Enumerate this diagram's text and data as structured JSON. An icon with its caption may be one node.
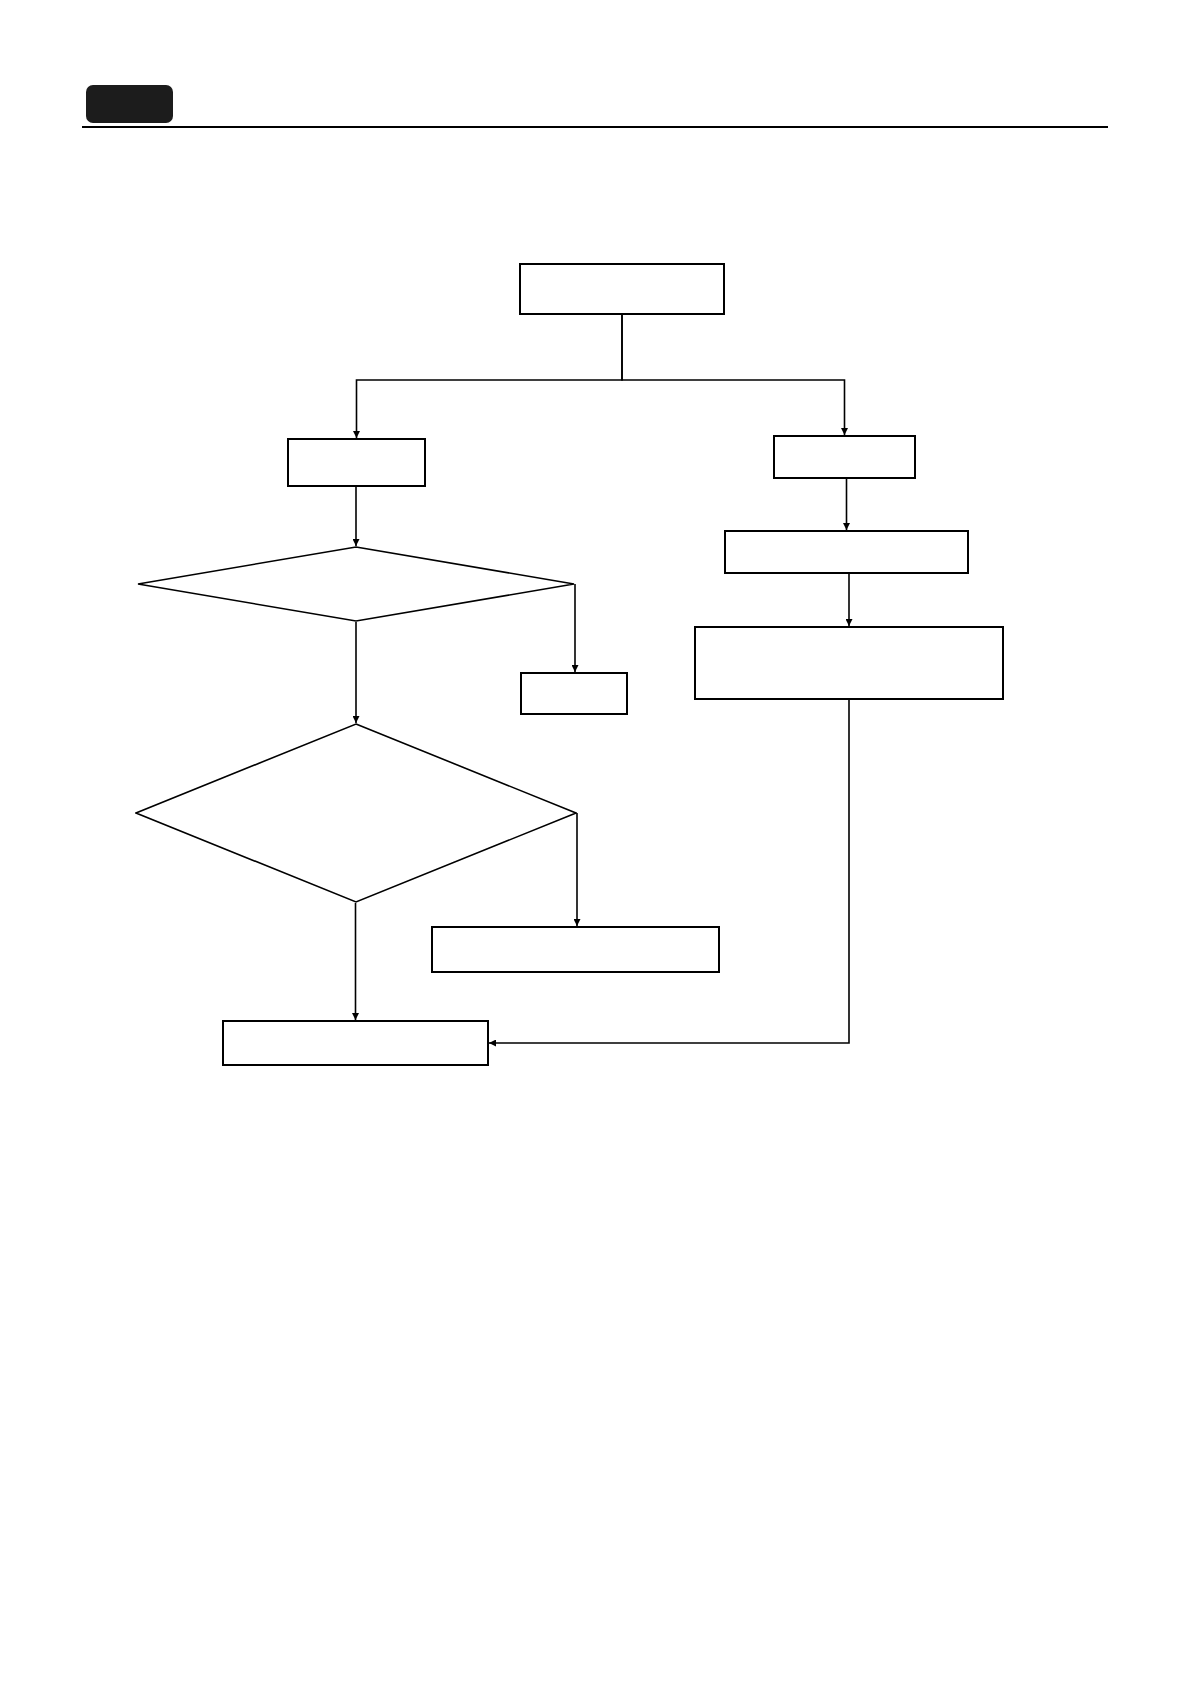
{
  "diagram": {
    "nodes": [
      {
        "text": [],
        "shape": "box"
      },
      {
        "text": [],
        "shape": "box"
      },
      {
        "text": [],
        "shape": "box"
      },
      {
        "text": [],
        "shape": "diamond"
      },
      {
        "text": [],
        "shape": "box"
      },
      {
        "text": [],
        "shape": "box"
      },
      {
        "text": [],
        "shape": "box"
      },
      {
        "text": [],
        "shape": "diamond"
      },
      {
        "text": [],
        "shape": "box"
      },
      {
        "text": [],
        "shape": "box"
      }
    ],
    "edges": [
      {
        "from": 0,
        "to": 1,
        "arrow": "to"
      },
      {
        "from": 0,
        "to": 2,
        "arrow": "to"
      },
      {
        "from": 1,
        "to": 3,
        "arrow": "to"
      },
      {
        "from": 2,
        "to": 4,
        "arrow": "to"
      },
      {
        "from": 3,
        "to": 7,
        "arrow": "to"
      },
      {
        "from": 3,
        "to": 5,
        "arrow": "to"
      },
      {
        "from": 4,
        "to": 6,
        "arrow": "to"
      },
      {
        "from": 7,
        "to": 9,
        "arrow": "to"
      },
      {
        "from": 7,
        "to": 8,
        "arrow": "to"
      },
      {
        "from": 6,
        "to": 9,
        "arrow": "to"
      }
    ]
  }
}
